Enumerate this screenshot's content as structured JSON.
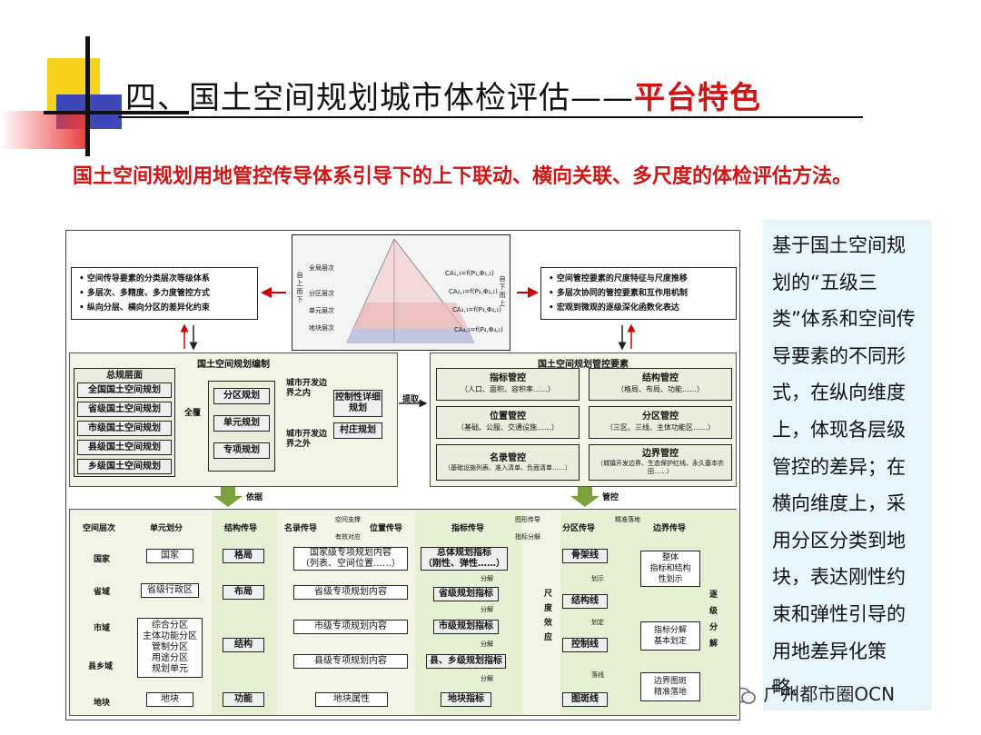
{
  "title": {
    "main": "四、国土空间规划城市体检评估——",
    "highlight": "平台特色"
  },
  "subtitle": "国土空间规划用地管控传导体系引导下的上下联动、横向关联、多尺度的体检评估方法。",
  "side_text": "基于国土空间规划的“五级三类”体系和空间传导要素的不同形式，在纵向维度上，体现各层级管控的差异；在横向维度上，采用分区分类到地块，表达刚性约束和弹性引导的用地差异化策略。",
  "logo": "广州都市圈OCN",
  "diagram": {
    "top_left_items": [
      "空间传导要素的分类层次等级体系",
      "多层次、多精度、多力度管控方式",
      "纵向分层、横向分区的差异化约束"
    ],
    "top_right_items": [
      "空间管控要素的尺度特征与尺度推移",
      "多层次协同的管控要素和互作用机制",
      "宏观到微观的逐级深化函数化表达"
    ],
    "pyramid_levels": [
      "全局层次",
      "分区层次",
      "单元层次",
      "地块层次"
    ],
    "pyramid_formulas": [
      "CA₁,₁=f(P₁,Φ₁,₁)",
      "CA₂,₁=f(P₂,Φ₂,₁)",
      "CA₃,₁=f(P₃,Φ₃,₁)",
      "CA₄,₁=f(P₄,Φ₄,₁)"
    ],
    "top_down": "自上而下",
    "bottom_up": "自下而上",
    "plan_panel": {
      "title": "国土空间规划编制",
      "master": "总规层面",
      "plans": [
        "全国国土空间规划",
        "省级国土空间规划",
        "市级国土空间规划",
        "县级国土空间规划",
        "乡级国土空间规划"
      ],
      "full_cover": "全覆",
      "mid": [
        "分区规划",
        "单元规划",
        "专项规划"
      ],
      "urban_in": "城市开发边界之内",
      "urban_out": "城市开发边界之外",
      "detail": [
        "控制性详细规划",
        "村庄规划"
      ]
    },
    "extract": "提取",
    "control_panel": {
      "title": "国土空间规划管控要素",
      "items": [
        {
          "name": "指标管控",
          "desc": "（人口、面积、容积率……）"
        },
        {
          "name": "结构管控",
          "desc": "（格局、布局、功能……）"
        },
        {
          "name": "位置管控",
          "desc": "（基础、公服、交通设施……）"
        },
        {
          "name": "分区管控",
          "desc": "（三区、三线、主体功能区……）"
        },
        {
          "name": "名录管控",
          "desc": "（基础设施列表、准入清单、负面清单……）"
        },
        {
          "name": "边界管控",
          "desc": "（城镇开发边界、生态保护红线、永久基本农田……）"
        }
      ]
    },
    "basis": "依据",
    "control": "管控",
    "bottom": {
      "headers": [
        "空间层次",
        "单元划分",
        "结构传导",
        "名录传导",
        "位置传导",
        "指标传导",
        "分区传导",
        "边界传导"
      ],
      "space_support": "空间支撑",
      "effective_match": "有效对应",
      "graph_transfer": "图形传导",
      "index_decompose": "指标分解",
      "precise_landing": "精准落地",
      "levels": [
        "国家",
        "省域",
        "市域",
        "县乡域",
        "地块"
      ],
      "units": [
        "国家",
        "省级行政区",
        "综合分区\n主体功能分区\n管制分区\n用途分区\n规划单元",
        "地块"
      ],
      "structure": [
        "格局",
        "布局",
        "结构",
        "功能"
      ],
      "list": [
        "国家级专项规划内容\n（列表、空间位置……）",
        "省级专项规划内容",
        "市级专项规划内容",
        "县级专项规划内容",
        "地块属性"
      ],
      "index": [
        "总体规划指标\n（刚性、弹性……）",
        "省级规划指标",
        "市级规划指标",
        "县、乡级规划指标",
        "地块指标"
      ],
      "decompose": "分解",
      "zone": [
        "骨架线",
        "结构线",
        "控制线",
        "图斑线"
      ],
      "zone_ops": [
        "划示",
        "划定",
        "落线"
      ],
      "scale_effect": "尺度效应",
      "boundary": [
        "整体\n指标和结构\n性划示",
        "指标分解\n基本划定",
        "边界图斑\n精准落地"
      ],
      "gradual": "逐级分解"
    }
  }
}
